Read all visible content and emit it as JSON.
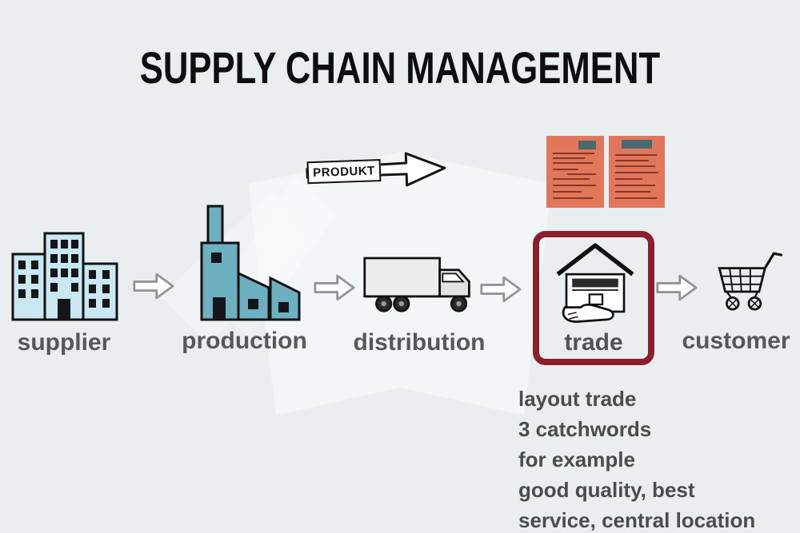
{
  "title": "SUPPLY CHAIN MANAGEMENT",
  "product_arrow": {
    "label": "PRODUKT"
  },
  "stages": [
    {
      "label": "supplier",
      "icon": "buildings-icon"
    },
    {
      "label": "production",
      "icon": "factory-icon"
    },
    {
      "label": "distribution",
      "icon": "truck-icon"
    },
    {
      "label": "trade",
      "icon": "shop-hand-icon",
      "highlighted": true
    },
    {
      "label": "customer",
      "icon": "shopping-cart-icon"
    }
  ],
  "notes": [
    "layout trade",
    "3 catchwords",
    "for example",
    "good quality, best",
    "service, central location"
  ],
  "colors": {
    "background": "#e9eef1",
    "highlight_box": "#8c1f2e",
    "document": "#e1765b",
    "factory": "#6db0c2",
    "building": "#c9e8f2",
    "label_text": "#54585c",
    "arrow_outline": "#8f9598"
  }
}
